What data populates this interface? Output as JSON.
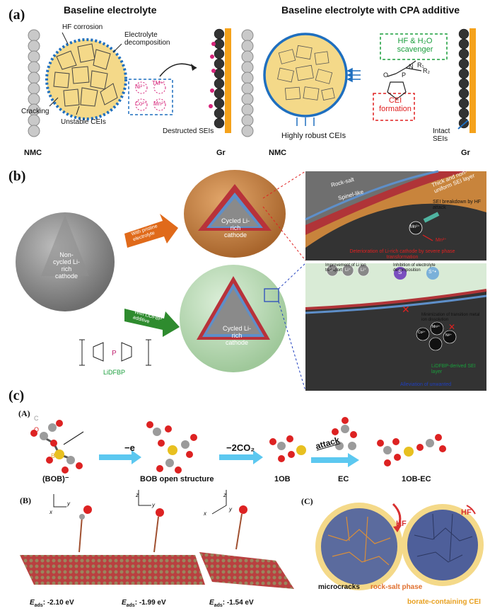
{
  "panel_a": {
    "label": "(a)",
    "left_title": "Baseline electrolyte",
    "right_title": "Baseline electrolyte with CPA additive",
    "hf_corrosion": "HF corrosion",
    "electrolyte_decomposition": "Electrolyte decomposition",
    "cracking": "Cracking",
    "unstable_ceis": "Unstable CEIs",
    "destructed_seis": "Destructed SEIs",
    "nmc_left": "NMC",
    "gr_left": "Gr",
    "ions": [
      "Ni²⁺",
      "TMⁿ⁺",
      "Co²⁺",
      "Mn²⁺"
    ],
    "hf_h2o_scavenger": "HF & H₂O scavenger",
    "cei_formation": "CEI formation",
    "highly_robust_ceis": "Highly robust CEIs",
    "intact_seis": "Intact SEIs",
    "nmc_right": "NMC",
    "gr_right": "Gr",
    "r1": "R₁",
    "r2": "R₂",
    "n": "N",
    "p": "P",
    "o": "O"
  },
  "panel_b": {
    "label": "(b)",
    "non_cycled": "Non-cycled Li-rich cathode",
    "cycled_top": "Cycled Li-rich cathode",
    "cycled_bottom": "Cycled Li-rich cathode",
    "with_pristine": "With pristine electrolyte",
    "with_lidfbp": "With LiDFBP additive",
    "lidfbp_name": "LiDFBP",
    "thick_sei": "Thick and non-uniform SEI layer",
    "rock_salt": "Rock-salt",
    "spinel_like": "Spinel-like",
    "sei_breakdown": "SEI breakdown by HF attack",
    "mn_left": "Mn²⁺",
    "mn_right": "Mn²⁺",
    "deterioration": "Deterioration of Li-rich cathode by severe phase transformation",
    "improvement": "Improvement of Li ion transport",
    "li_ion": "Li⁺",
    "inhibition": "Inhibition of electrolyte decomposition",
    "s": "S",
    "s_plus": "S⁺•",
    "minimization": "Minimization of transition metal ion dissolution",
    "co2": "Co²⁺",
    "mn2": "Mn²⁺",
    "ni2": "Ni²⁺",
    "lidfbp_sei": "LiDFBP-derived SEI layer",
    "alleviation": "Alleviation of unwanted"
  },
  "panel_c": {
    "label": "(c)",
    "sub_a": "(A)",
    "sub_b": "(B)",
    "sub_c": "(C)",
    "bob": "(BOB)⁻",
    "bob_open": "BOB open structure",
    "ob1": "1OB",
    "ec": "EC",
    "ob_ec": "1OB-EC",
    "minus_e": "−e",
    "minus_2co2": "−2CO₂",
    "attack": "attack",
    "atom_c": "C",
    "atom_o": "O",
    "atom_b": "B",
    "eads_label": "E",
    "eads_sub": "ads",
    "eads_values": [
      ": -2.10 eV",
      ": -1.99 eV",
      ": -1.54 eV"
    ],
    "hf1": "HF",
    "hf2": "HF",
    "microcracks": "microcracks",
    "rock_salt_phase": "rock-salt phase",
    "borate_cei": "borate-containing CEI",
    "axes": [
      "y",
      "x",
      "z",
      "y",
      "z",
      "x",
      "y"
    ]
  },
  "colors": {
    "blue_circle": "#1f6fbf",
    "particle": "#f4d989",
    "pink_dot": "#d6247a",
    "orange_bar": "#f5a21b",
    "green_text": "#1a9e3c",
    "red_text": "#e02020",
    "magenta_text": "#d4188a"
  }
}
